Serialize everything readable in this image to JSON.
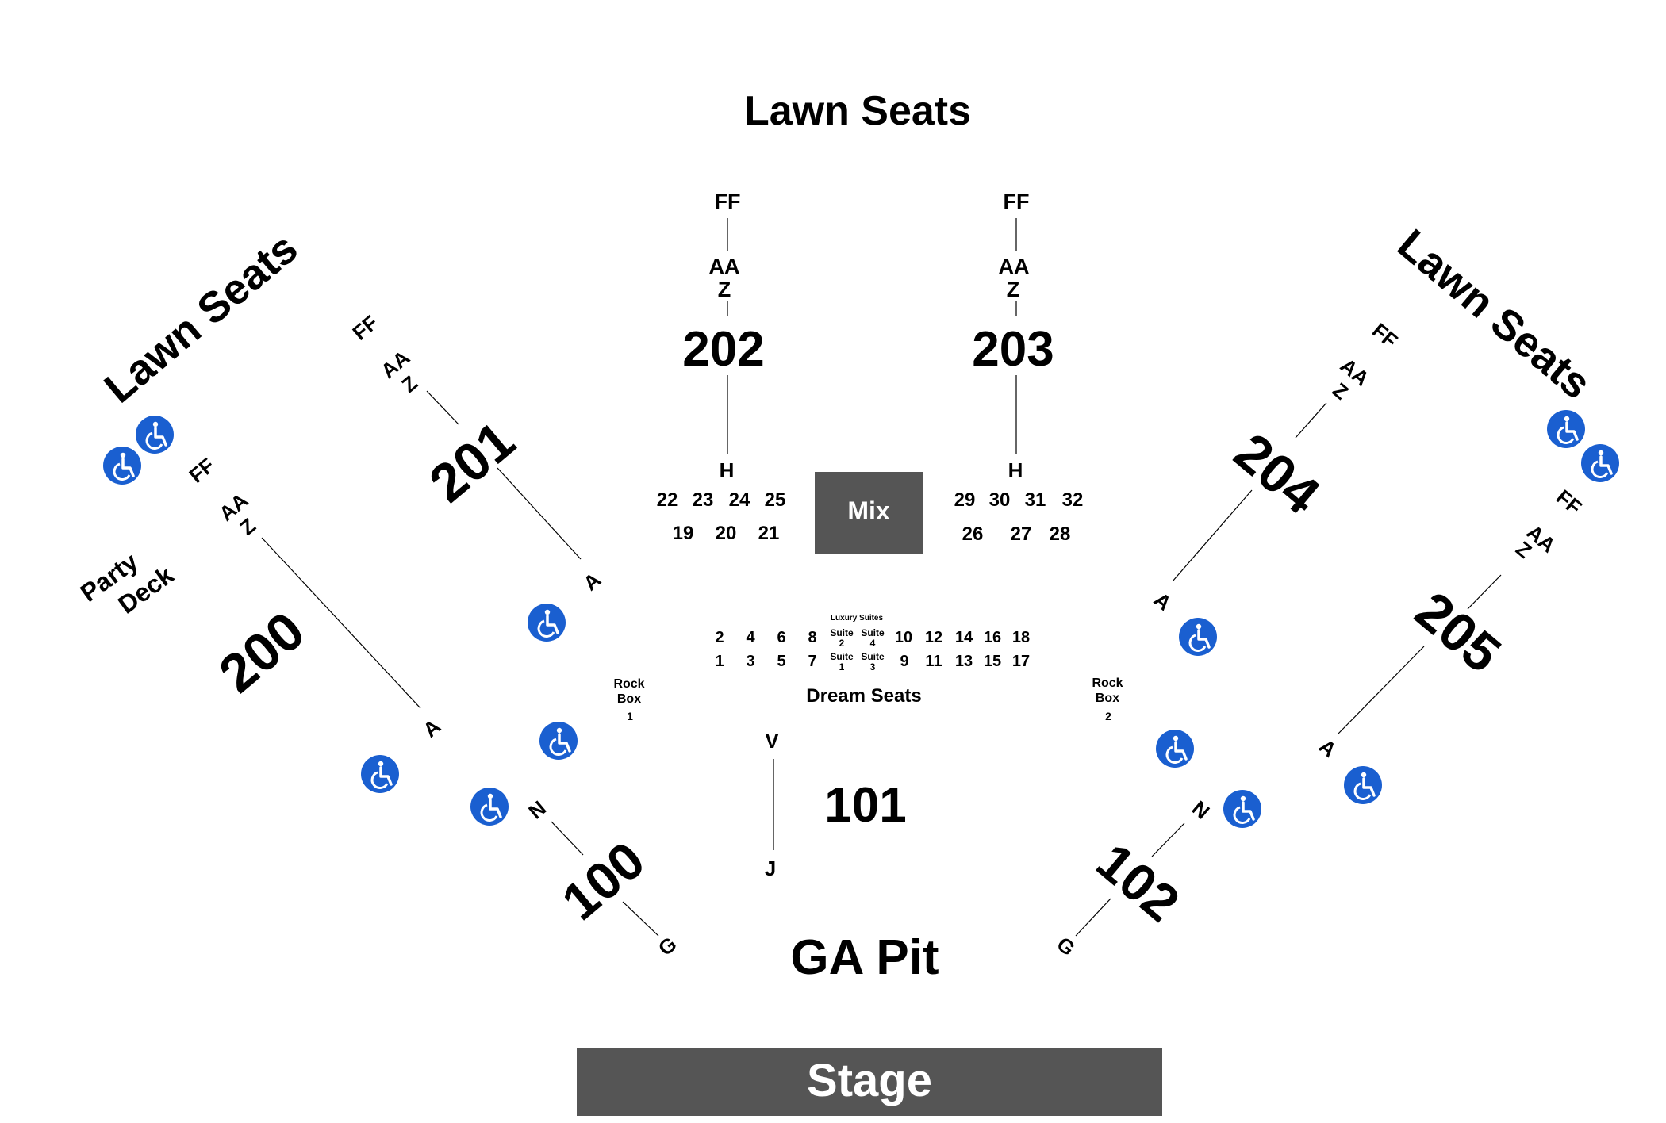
{
  "lawn": {
    "top": "Lawn Seats",
    "left": "Lawn Seats",
    "right": "Lawn Seats"
  },
  "party_deck": {
    "line1": "Party",
    "line2": "Deck"
  },
  "sections": {
    "s200": "200",
    "s201": "201",
    "s202": "202",
    "s203": "203",
    "s204": "204",
    "s205": "205",
    "s100": "100",
    "s101": "101",
    "s102": "102"
  },
  "rows": {
    "ff": "FF",
    "aa": "AA",
    "z": "Z",
    "a": "A",
    "h": "H",
    "n": "N",
    "g": "G",
    "v": "V",
    "j": "J"
  },
  "mix": "Mix",
  "boxes_left": {
    "top": [
      "22",
      "23",
      "24",
      "25"
    ],
    "bottom": [
      "19",
      "20",
      "21"
    ]
  },
  "boxes_right": {
    "top": [
      "29",
      "30",
      "31",
      "32"
    ],
    "bottom": [
      "26",
      "27",
      "28"
    ]
  },
  "luxury": {
    "label": "Luxury Suites",
    "suite_word": "Suite",
    "suite2": "2",
    "suite4": "4",
    "suite1": "1",
    "suite3": "3",
    "top_left": [
      "2",
      "4",
      "6",
      "8"
    ],
    "bottom_left": [
      "1",
      "3",
      "5",
      "7"
    ],
    "top_right": [
      "10",
      "12",
      "14",
      "16",
      "18"
    ],
    "bottom_right": [
      "9",
      "11",
      "13",
      "15",
      "17"
    ]
  },
  "dream_seats": "Dream Seats",
  "rock_box": {
    "line1": "Rock",
    "line2": "Box",
    "n1": "1",
    "n2": "2"
  },
  "ga_pit": "GA Pit",
  "stage": "Stage",
  "colors": {
    "accessible": "#1a5fd0",
    "mix_fill": "#555555",
    "stage_fill": "#555555"
  },
  "icons": {
    "accessible": "wheelchair-icon"
  }
}
